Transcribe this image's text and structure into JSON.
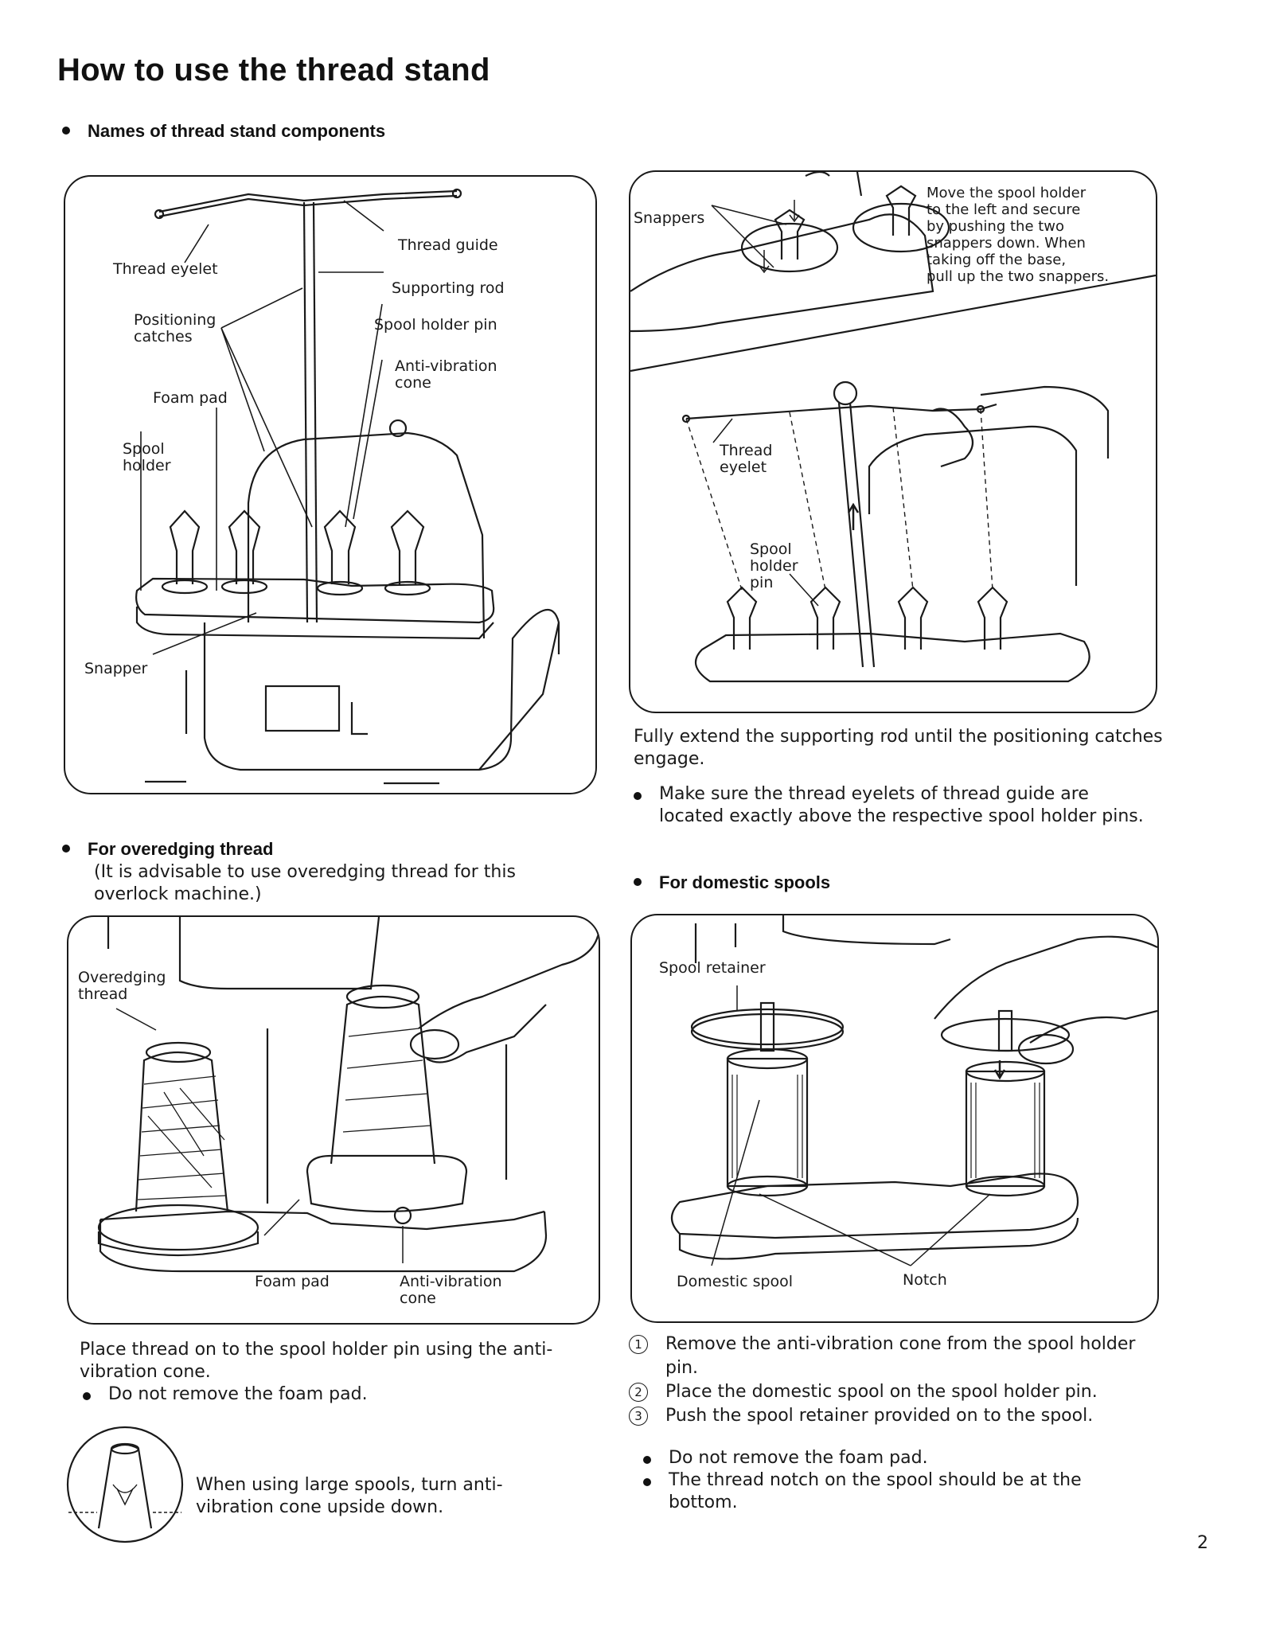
{
  "page": {
    "title": "How to use the thread stand",
    "page_number": "2"
  },
  "components": {
    "heading": "Names of thread stand components",
    "labels": {
      "thread_guide": "Thread guide",
      "thread_eyelet": "Thread eyelet",
      "supporting_rod": "Supporting rod",
      "positioning_catches": "Positioning\ncatches",
      "spool_holder_pin": "Spool holder pin",
      "anti_vibration_cone": "Anti-vibration\ncone",
      "foam_pad": "Foam pad",
      "spool_holder": "Spool\nholder",
      "snapper": "Snapper"
    }
  },
  "base_panel": {
    "snappers_label": "Snappers",
    "instruction": "Move the spool holder\nto the left and secure\nby pushing the two\nsnappers down. When\ntaking off the base,\npull up the two snappers.",
    "thread_eyelet_label": "Thread\neyelet",
    "spool_holder_pin_label": "Spool\nholder\npin"
  },
  "extend_text": "Fully extend the supporting rod until the positioning catches engage.",
  "extend_bullet": "Make sure the thread eyelets of thread guide are located exactly above the respective spool holder pins.",
  "overedging": {
    "heading": "For overedging thread",
    "note": "(It is advisable to use overedging thread for this overlock machine.)",
    "labels": {
      "overedging_thread": "Overedging\nthread",
      "foam_pad": "Foam pad",
      "anti_vibration_cone": "Anti-vibration\ncone"
    },
    "instruction": "Place thread on to the spool holder pin using the anti-vibration cone.",
    "bullet": "Do not remove the foam pad.",
    "large_spool_note": "When using large spools, turn anti-vibration cone upside down."
  },
  "domestic": {
    "heading": "For domestic spools",
    "labels": {
      "spool_retainer": "Spool retainer",
      "domestic_spool": "Domestic spool",
      "notch": "Notch"
    },
    "steps": [
      {
        "num": "1",
        "text": "Remove the anti-vibration cone from the spool holder pin."
      },
      {
        "num": "2",
        "text": "Place the domestic spool on the spool holder pin."
      },
      {
        "num": "3",
        "text": "Push the spool retainer provided on to the spool."
      }
    ],
    "bullets": [
      "Do not remove the foam pad.",
      "The thread notch on the spool should be at the bottom."
    ]
  }
}
